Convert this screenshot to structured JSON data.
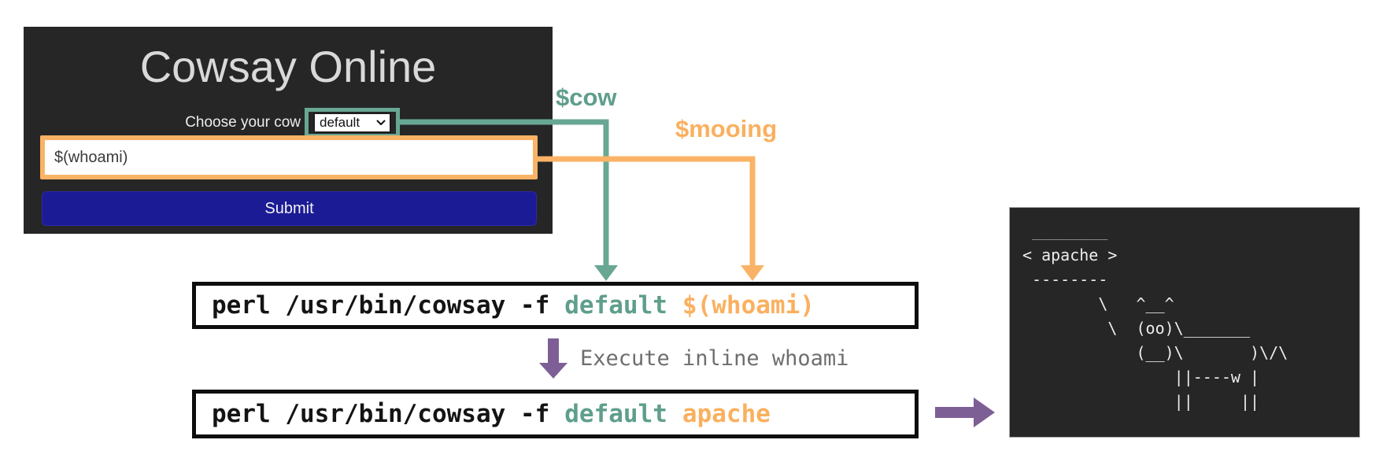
{
  "form": {
    "title": "Cowsay Online",
    "cow_label": "Choose your cow",
    "cow_select_value": "default",
    "mooing_value": "$(whoami)",
    "submit_label": "Submit"
  },
  "annotations": {
    "cow_var": "$cow",
    "mooing_var": "$mooing",
    "execute_note": "Execute inline whoami"
  },
  "command_before": {
    "base": "perl /usr/bin/cowsay -f",
    "cow": "default",
    "mooing": "$(whoami)"
  },
  "command_after": {
    "base": "perl /usr/bin/cowsay -f",
    "cow": "default",
    "mooing": "apache"
  },
  "terminal": {
    "bubble_top": " ________",
    "body": "< apache >\n --------\n        \\   ^__^\n         \\  (oo)\\_______\n            (__)\\       )\\/\\\n                ||----w |\n                ||     ||"
  },
  "colors": {
    "teal_accent": "#68a794",
    "orange_accent": "#fab366",
    "purple_accent": "#7d5f96",
    "submit_blue": "#1b1b96",
    "panel_dark": "#262626",
    "note_gray": "#6e6e6e"
  }
}
